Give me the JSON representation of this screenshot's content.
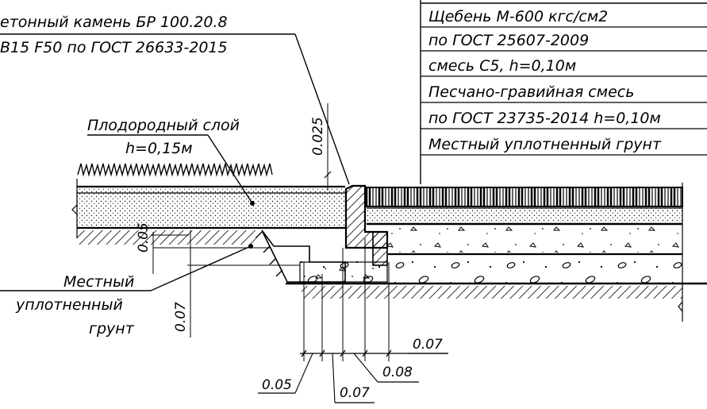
{
  "labels": {
    "stone_line1": "етонный камень БР 100.20.8",
    "stone_line2": "B15 F50 по ГОСТ 26633-2015",
    "fertile_line1": "Плодородный слой",
    "fertile_line2": "h=0,15м",
    "local_soil_line1": "Местный",
    "local_soil_line2": "уплотненный",
    "local_soil_line3": "грунт",
    "layer_1": "Щебень М-600 кгс/см2",
    "layer_2": "по ГОСТ 25607-2009",
    "layer_3": "смесь С5, h=0,10м",
    "layer_4": "Песчано-гравийная смесь",
    "layer_5": "по ГОСТ 23735-2014 h=0,10м",
    "layer_6": "Местный уплотненный грунт"
  },
  "dimensions": {
    "top_gap": "0.025",
    "lower_gap": "0.05",
    "depth": "0.07",
    "bottom_a": "0.05",
    "bottom_b": "0.07",
    "bottom_c": "0.08",
    "bottom_d": "0.07"
  }
}
